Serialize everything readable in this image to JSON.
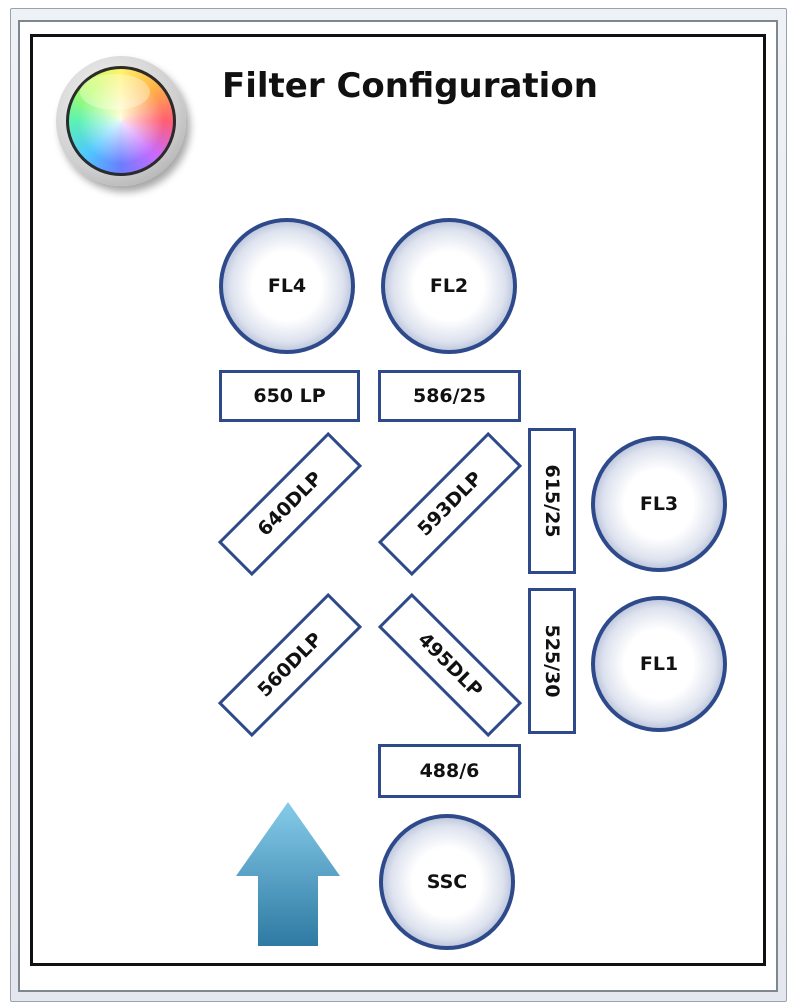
{
  "header": {
    "title": "Filter Configuration",
    "icon": "color-wheel-icon"
  },
  "detectors": {
    "fl4": "FL4",
    "fl2": "FL2",
    "fl3": "FL3",
    "fl1": "FL1",
    "ssc": "SSC"
  },
  "filters": {
    "lp650": "650 LP",
    "bp586": "586/25",
    "dlp640": "640DLP",
    "dlp593": "593DLP",
    "bp615": "615/25",
    "dlp560": "560DLP",
    "dlp495": "495DLP",
    "bp525": "525/30",
    "bp488": "488/6"
  },
  "arrow": {
    "icon": "up-arrow-icon"
  },
  "colors": {
    "accent": "#2e4a8a",
    "arrow_top": "#7cc3e6",
    "arrow_bottom": "#2f7fa8"
  }
}
